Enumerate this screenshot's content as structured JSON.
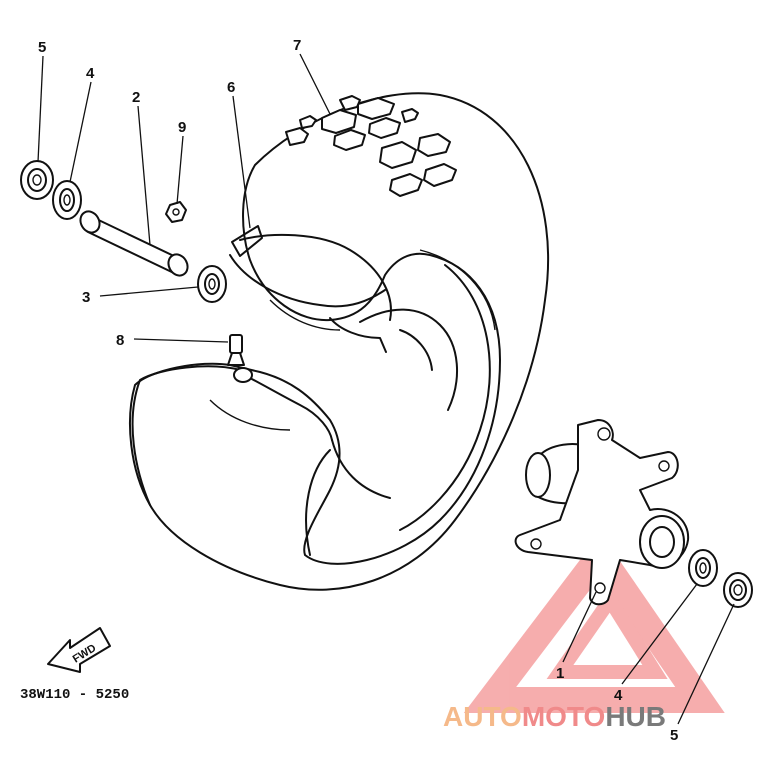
{
  "diagram": {
    "part_code": "38W110 - 5250",
    "fwd_label": "FWD",
    "callouts": [
      "5",
      "4",
      "2",
      "9",
      "6",
      "7",
      "3",
      "8",
      "1",
      "4",
      "5"
    ]
  },
  "watermark": {
    "text_auto": "AUTO",
    "text_moto": "MOTO",
    "text_hub": "HUB",
    "color_auto": "#f5b98a",
    "color_moto": "#f08a8a",
    "color_hub": "#7a7a7a",
    "triangle_color": "#ef6b6b"
  }
}
